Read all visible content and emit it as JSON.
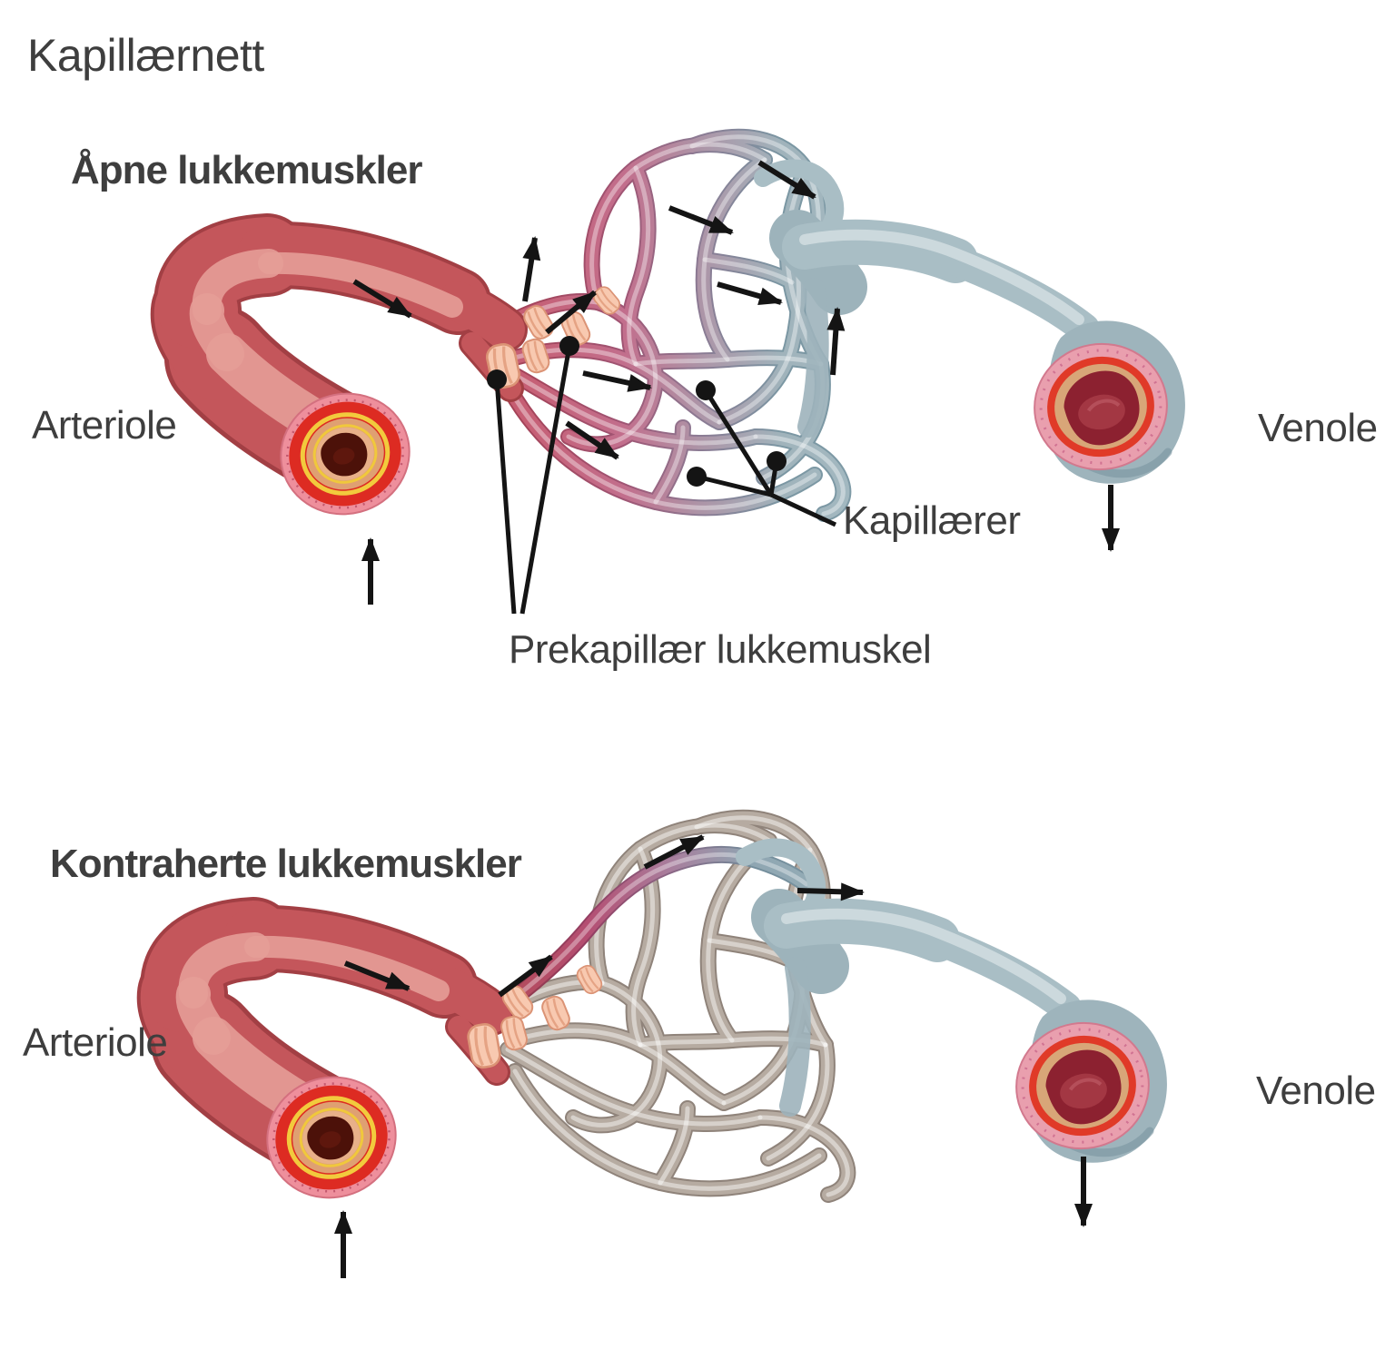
{
  "title": "Kapillærnett",
  "sections": {
    "open": {
      "heading": "Åpne lukkemuskler",
      "arteriole_label": "Arteriole",
      "venole_label": "Venole",
      "capillaries_label": "Kapillærer",
      "sphincter_label": "Prekapillær lukkemuskel"
    },
    "contracted": {
      "heading": "Kontraherte lukkemuskler",
      "arteriole_label": "Arteriole",
      "venole_label": "Venole"
    }
  },
  "colors": {
    "background": "#ffffff",
    "label_text": "#3e3e3e",
    "arteriole_red": "#c4565b",
    "arteriole_highlight": "#e59d97",
    "venule_blue": "#a9bec5",
    "capillary_arterial_pink": "#c75a6d",
    "capillary_venous_blue": "#a3b9c1",
    "capillary_empty_gray": "#b6aba1",
    "sphincter_peach": "#f8c9b0",
    "annotation_black": "#141414"
  }
}
